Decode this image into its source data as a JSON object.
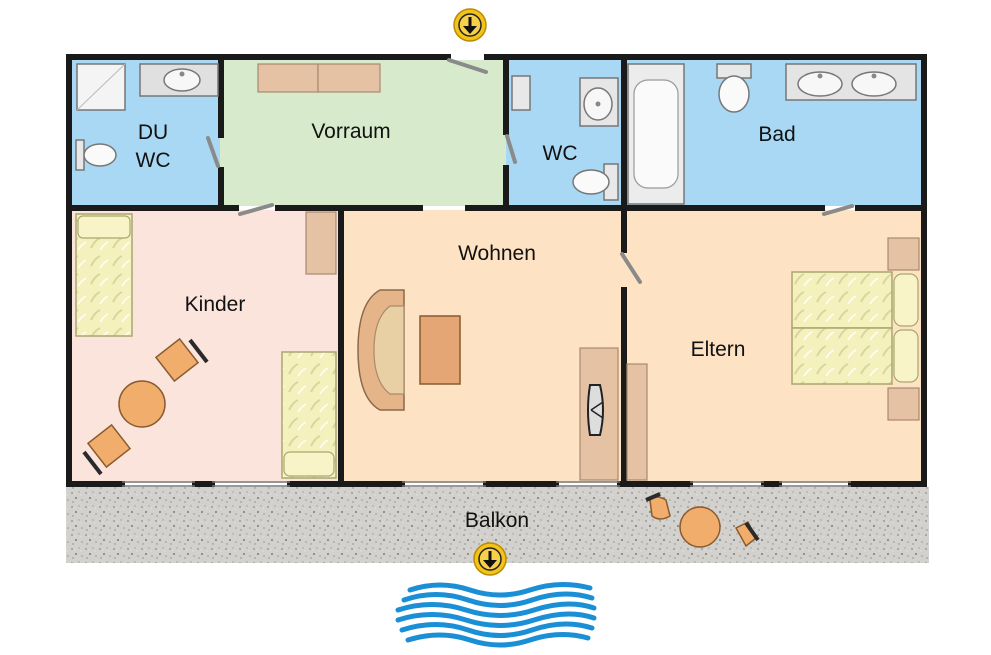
{
  "rooms": {
    "du_wc_line1": "DU",
    "du_wc_line2": "WC",
    "vorraum": "Vorraum",
    "wc": "WC",
    "bad": "Bad",
    "kinder": "Kinder",
    "wohnen": "Wohnen",
    "eltern": "Eltern",
    "balkon": "Balkon"
  },
  "colors": {
    "wall": "#1a1a1a",
    "bath_blue": "#a9d8f4",
    "hall_green": "#d7ebcc",
    "kinder_pink": "#fbe4dc",
    "living_peach": "#fde2c4",
    "furniture_tan": "#e5c2a4",
    "furniture_orange": "#f0ad6c",
    "bed_yellow": "#f3f0b9",
    "balcony_gray": "#d2d0cc",
    "water_blue": "#1b8fd6",
    "entrance_yellow": "#f3c21b"
  },
  "icons": [
    "entrance-arrow-icon",
    "sea-waves-icon",
    "tv-icon"
  ]
}
